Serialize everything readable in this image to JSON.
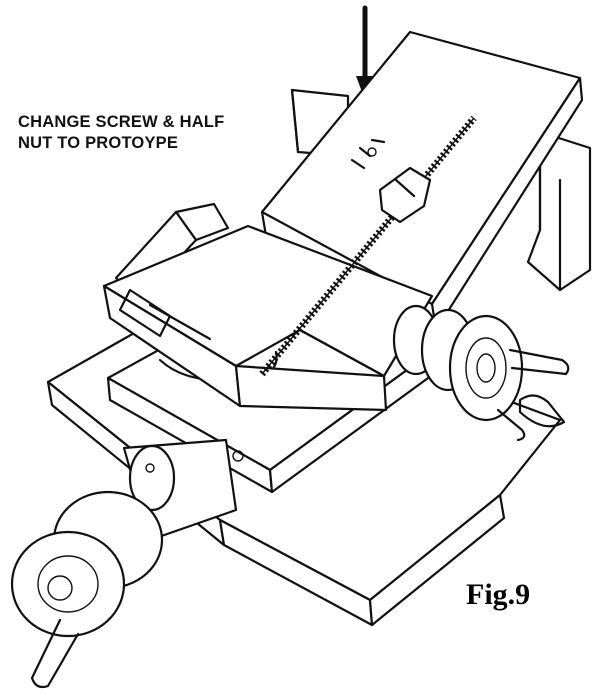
{
  "annotation": {
    "line1": "CHANGE SCREW & HALF",
    "line2": "NUT TO PROTOYPE"
  },
  "figure_label": "Fig.9",
  "colors": {
    "ink": "#111111",
    "paper": "#ffffff"
  }
}
